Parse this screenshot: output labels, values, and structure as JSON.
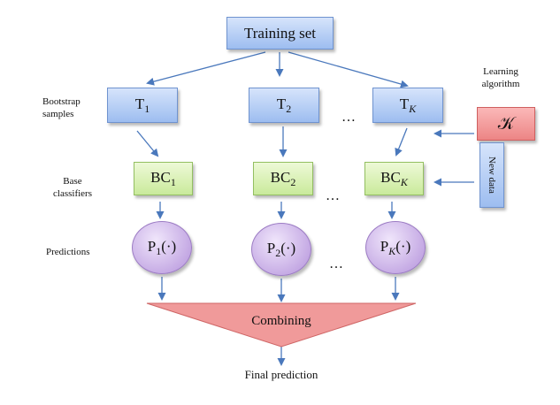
{
  "nodes": {
    "training_set": "Training set",
    "bootstrap": [
      {
        "base": "T",
        "sub": "1"
      },
      {
        "base": "T",
        "sub": "2"
      },
      {
        "base": "T",
        "sub": "K"
      }
    ],
    "classifiers": [
      {
        "base": "BC",
        "sub": "1"
      },
      {
        "base": "BC",
        "sub": "2"
      },
      {
        "base": "BC",
        "sub": "K"
      }
    ],
    "predictions": [
      {
        "base": "P",
        "sub": "1",
        "arg": "(·)"
      },
      {
        "base": "P",
        "sub": "2",
        "arg": "(·)"
      },
      {
        "base": "P",
        "sub": "K",
        "arg": "(·)"
      }
    ],
    "learning_algorithm_symbol": "𝒦",
    "new_data": "New data",
    "combining": "Combining",
    "final_prediction": "Final prediction"
  },
  "labels": {
    "learning_algorithm_line1": "Learning",
    "learning_algorithm_line2": "algorithm",
    "bootstrap_line1": "Bootstrap",
    "bootstrap_line2": "samples",
    "base_line1": "Base",
    "base_line2": "classifiers",
    "predictions": "Predictions"
  },
  "ellipsis": "…",
  "colors": {
    "arrow": "#4a78bc",
    "blue_fill": "#a9c4f0",
    "green_fill": "#d3eea8",
    "purple_fill": "#c9b0e6",
    "red_fill": "#f09a9a"
  }
}
